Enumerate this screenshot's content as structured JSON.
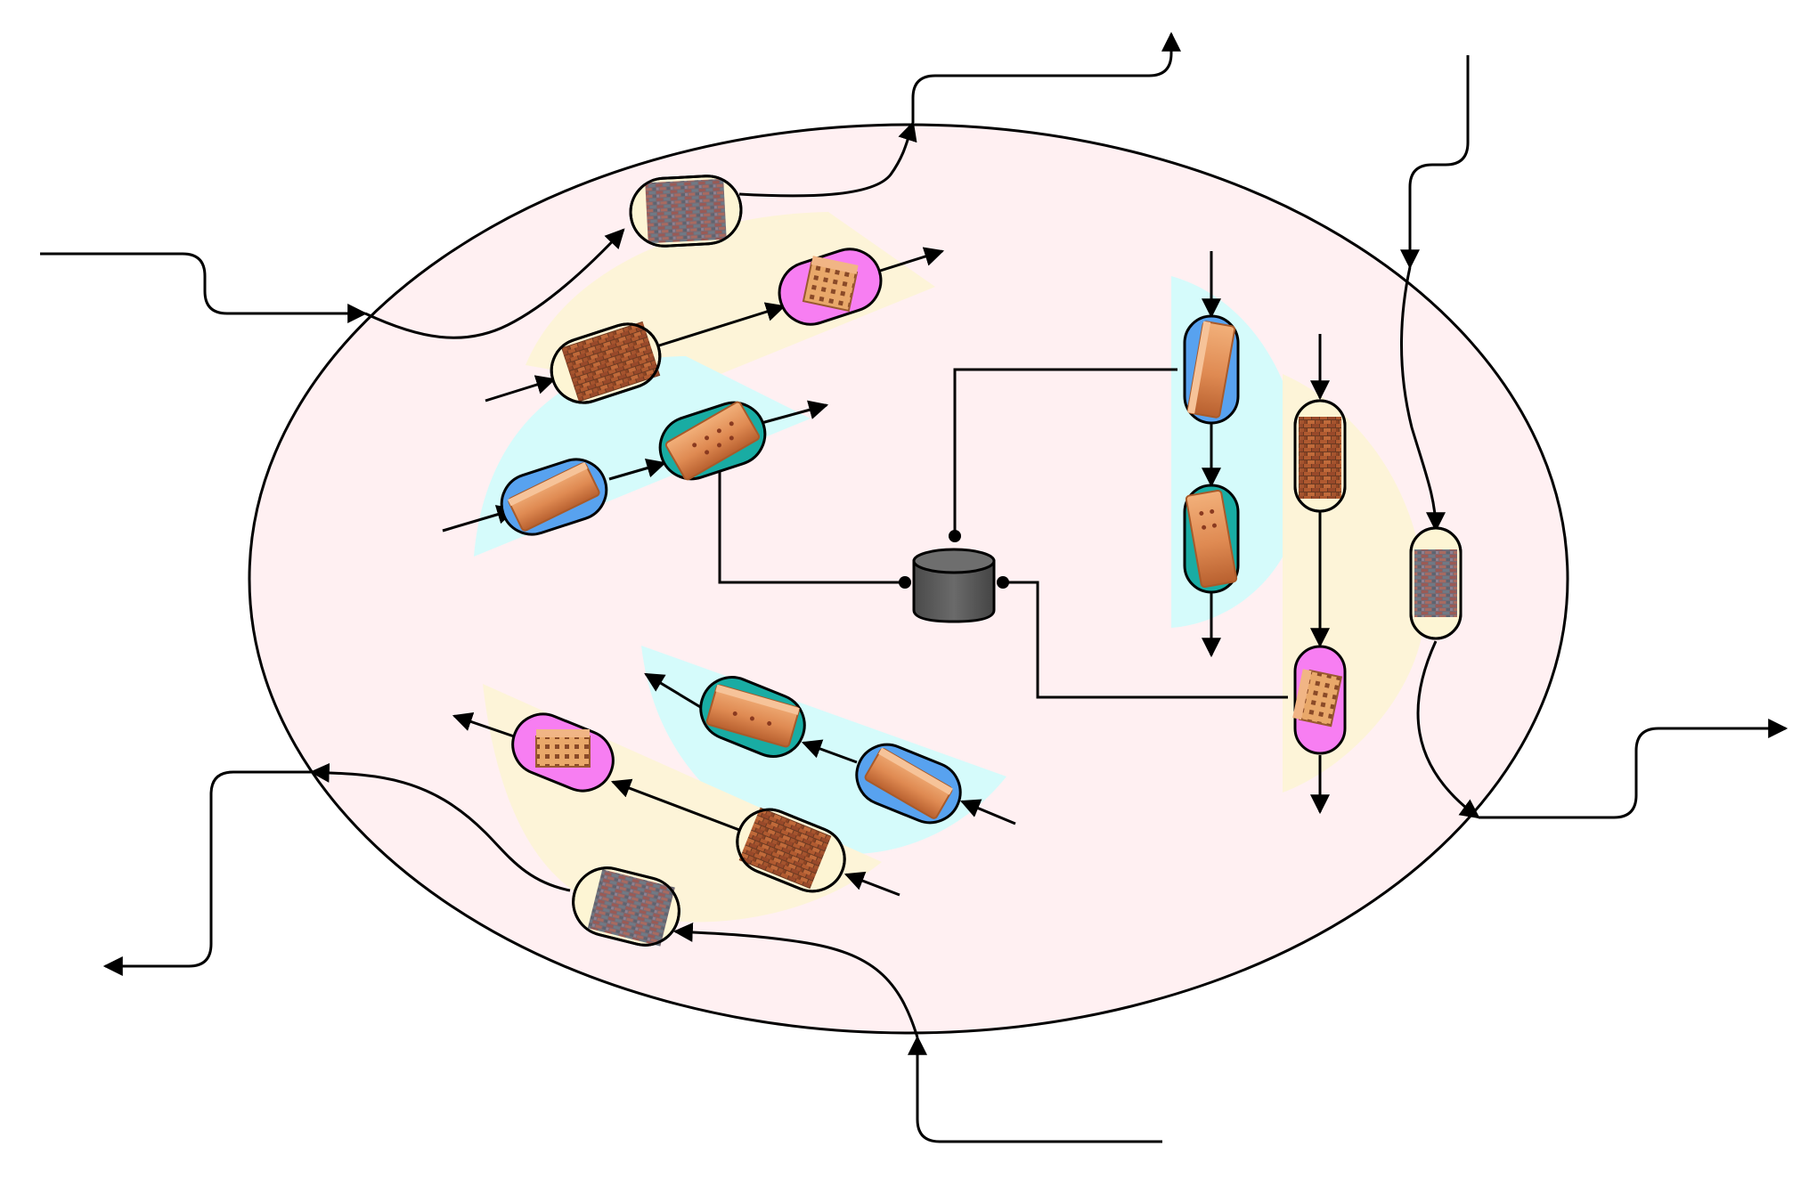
{
  "diagram": {
    "colors": {
      "background": "#ffffff",
      "cell_fill": "#fff0f2",
      "cell_stroke": "#000000",
      "wedge_yellow": "#fdf4d8",
      "wedge_cyan": "#d5fbfb",
      "capsule_cream": "#fdf5d4",
      "capsule_pink": "#f77ef2",
      "capsule_blue": "#58a2ef",
      "capsule_teal": "#19aca3",
      "hub_fill": "#5a5a5a",
      "arrow": "#000000"
    },
    "legend": {
      "capsule_kinds": [
        "cream",
        "pink",
        "blue",
        "teal"
      ],
      "brick_textures": [
        "grey-brick-wall",
        "red-brick-wall",
        "solid-brick",
        "perforated-brick"
      ]
    },
    "icons": {
      "hub": "cylinder-hub-icon",
      "arrow": "arrowhead-icon"
    }
  }
}
